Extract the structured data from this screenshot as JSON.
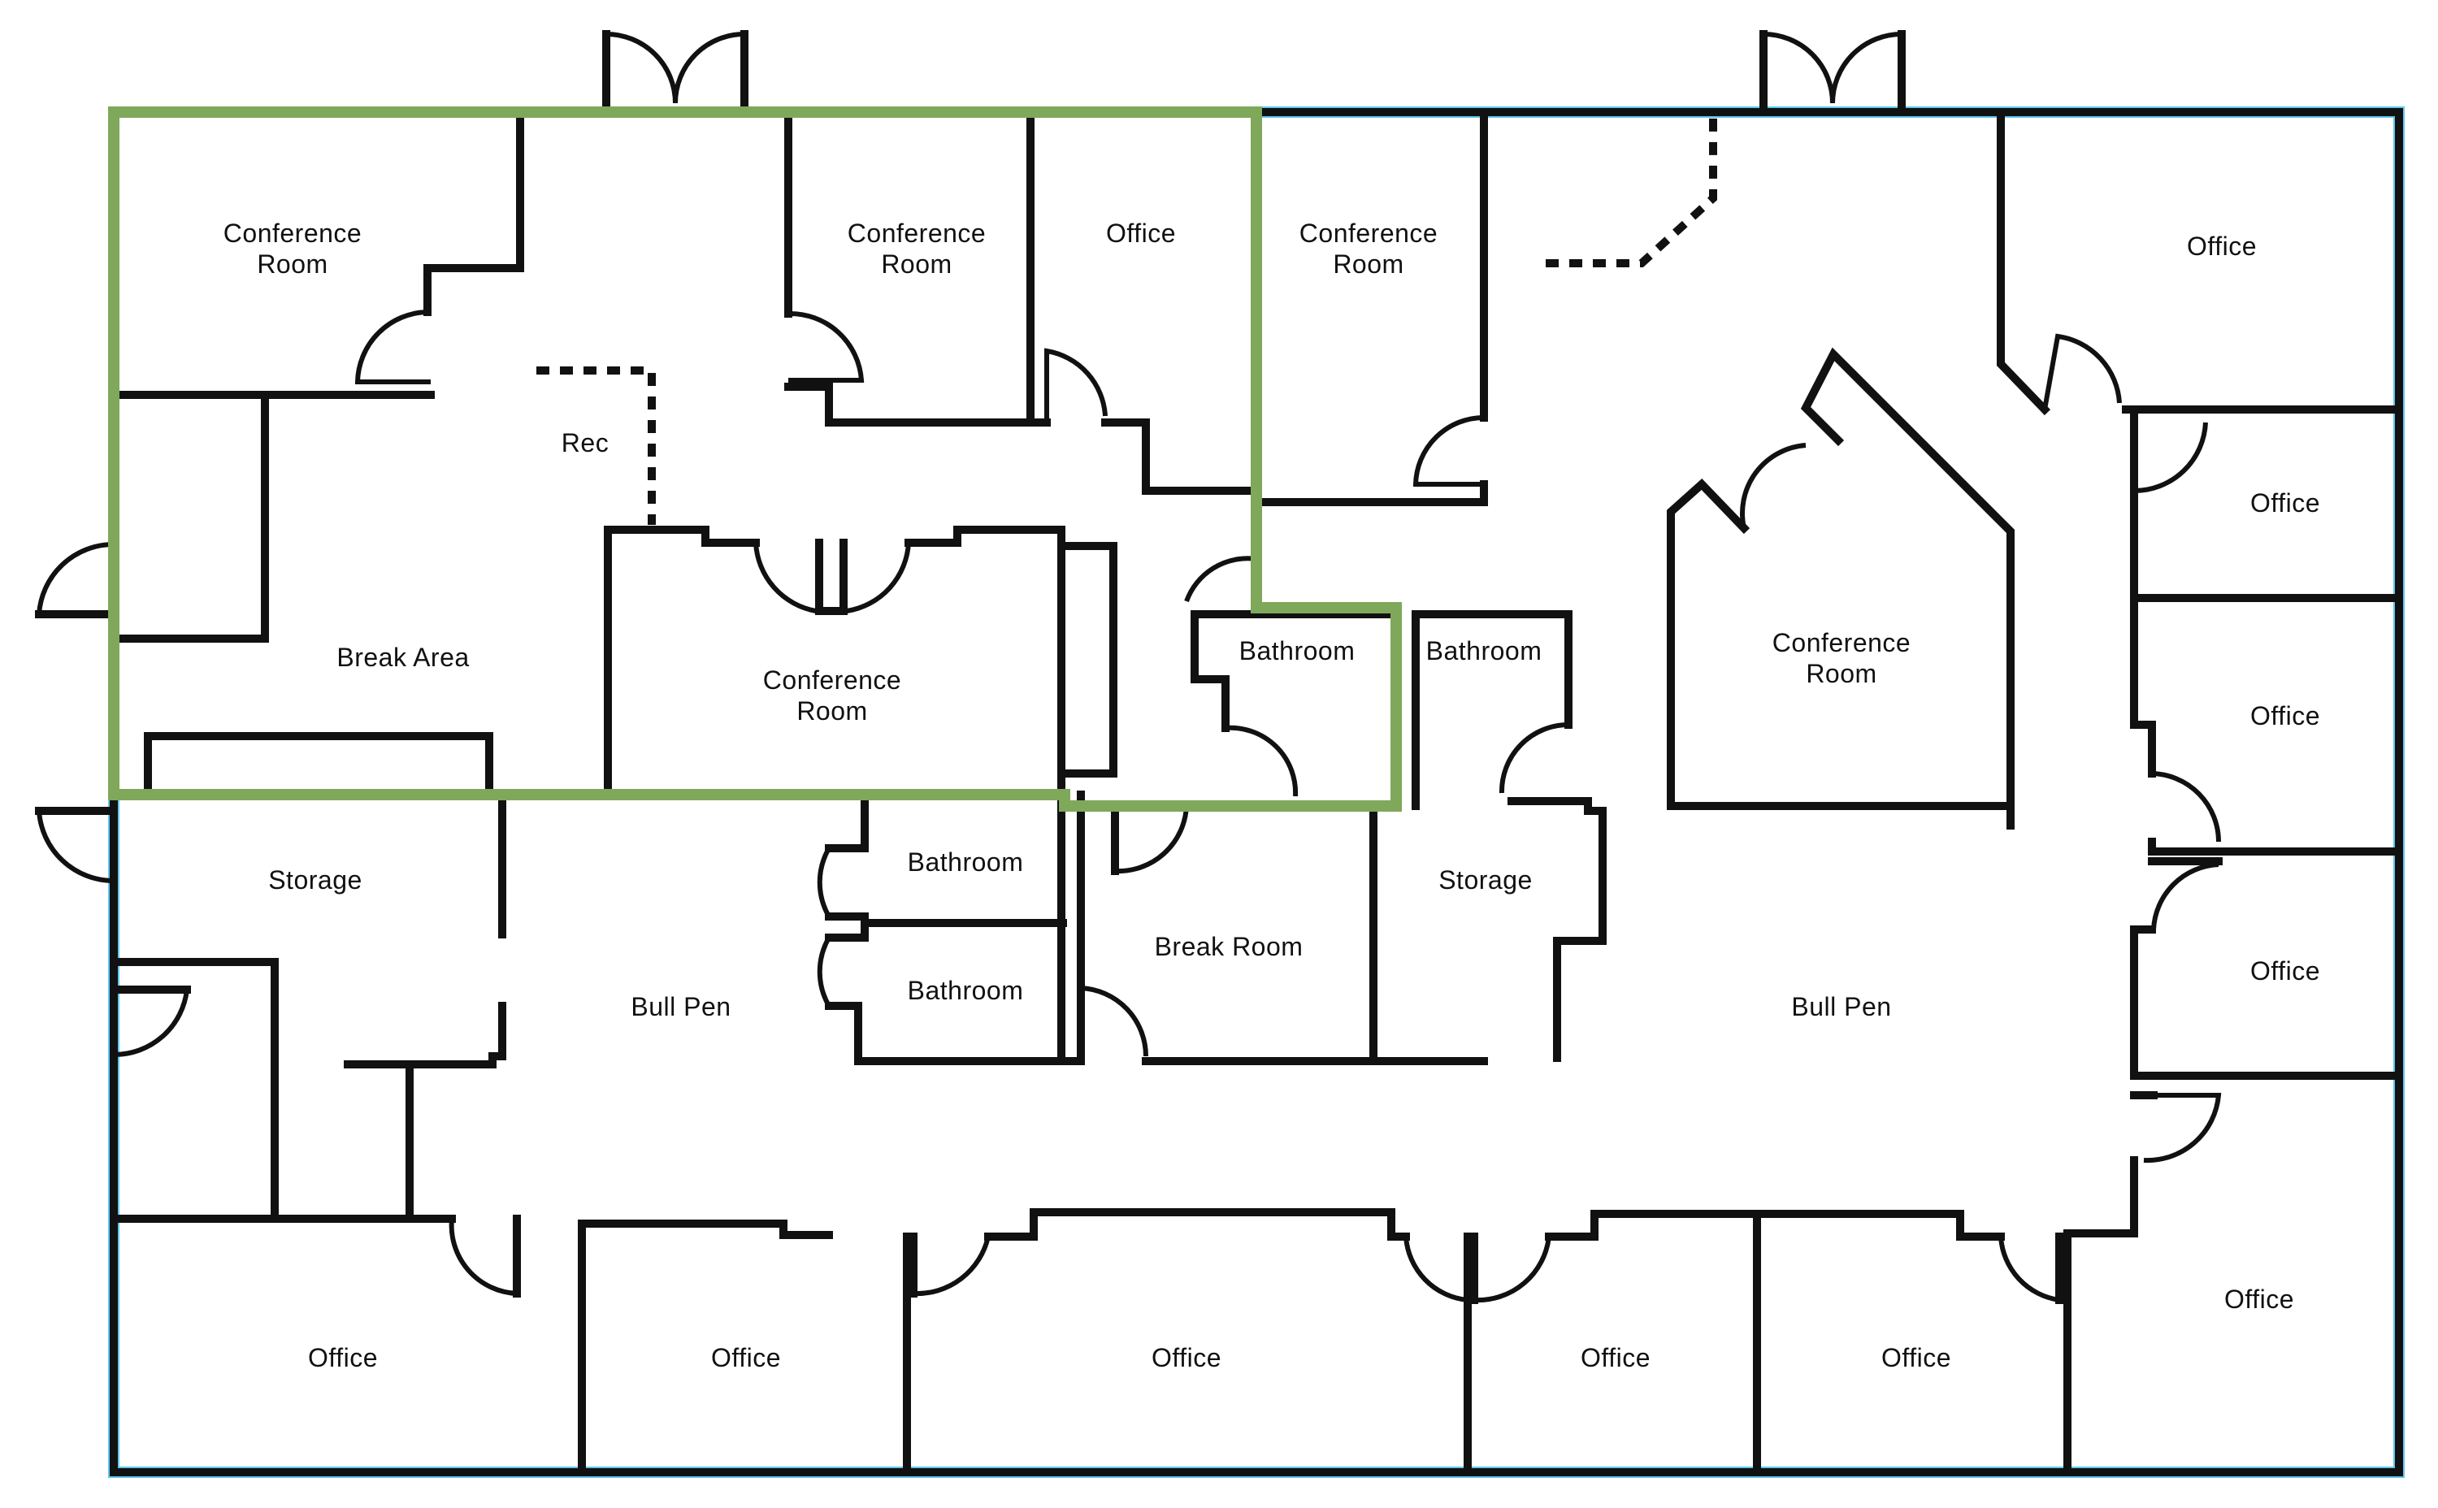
{
  "colors": {
    "zone_green": "#7fa85a",
    "zone_blue": "#5bc8f0",
    "walls": "#111111",
    "background": "#ffffff"
  },
  "rooms": {
    "conf_room_a": {
      "line1": "Conference",
      "line2": "Room"
    },
    "conf_room_b": {
      "line1": "Conference",
      "line2": "Room"
    },
    "office_top_mid": {
      "label": "Office"
    },
    "conf_room_c": {
      "line1": "Conference",
      "line2": "Room"
    },
    "office_top_right": {
      "label": "Office"
    },
    "rec": {
      "label": "Rec"
    },
    "office_right_1": {
      "label": "Office"
    },
    "bathroom_a": {
      "label": "Bathroom"
    },
    "bathroom_b": {
      "label": "Bathroom"
    },
    "conf_room_d": {
      "line1": "Conference",
      "line2": "Room"
    },
    "break_area": {
      "label": "Break Area"
    },
    "conf_room_e": {
      "line1": "Conference",
      "line2": "Room"
    },
    "office_right_2": {
      "label": "Office"
    },
    "bathroom_c": {
      "label": "Bathroom"
    },
    "storage_left": {
      "label": "Storage"
    },
    "storage_mid": {
      "label": "Storage"
    },
    "break_room": {
      "label": "Break Room"
    },
    "office_right_3": {
      "label": "Office"
    },
    "bathroom_d": {
      "label": "Bathroom"
    },
    "bull_pen_left": {
      "label": "Bull Pen"
    },
    "bull_pen_right": {
      "label": "Bull Pen"
    },
    "office_bottom_right": {
      "label": "Office"
    },
    "office_bottom_1": {
      "label": "Office"
    },
    "office_bottom_2": {
      "label": "Office"
    },
    "office_bottom_3": {
      "label": "Office"
    },
    "office_bottom_4": {
      "label": "Office"
    },
    "office_bottom_5": {
      "label": "Office"
    }
  }
}
